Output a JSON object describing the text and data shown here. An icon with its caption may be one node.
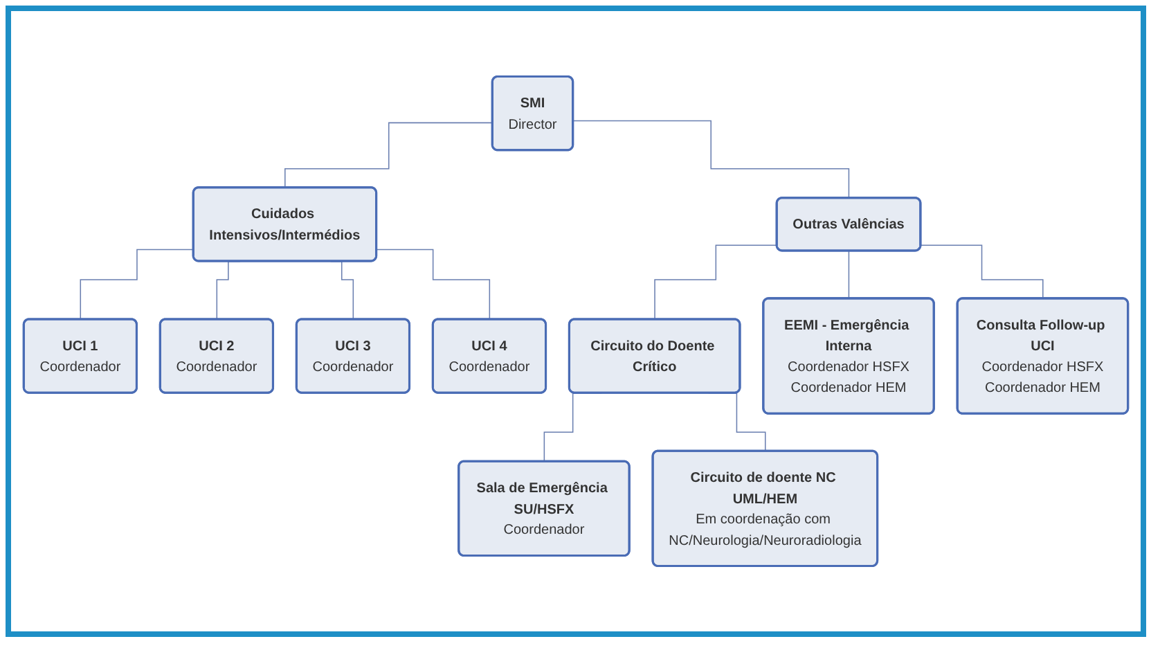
{
  "diagram": {
    "nodes": [
      {
        "text": [
          "SMI",
          "Director"
        ]
      },
      {
        "text": [
          "Cuidados Intensivos/Intermédios"
        ]
      },
      {
        "text": [
          "Outras Valências"
        ]
      },
      {
        "text": [
          "UCI 1",
          "Coordenador"
        ]
      },
      {
        "text": [
          "UCI 2",
          "Coordenador"
        ]
      },
      {
        "text": [
          "UCI 3",
          "Coordenador"
        ]
      },
      {
        "text": [
          "UCI 4",
          "Coordenador"
        ]
      },
      {
        "text": [
          "Circuito do Doente Crítico"
        ]
      },
      {
        "text": [
          "EEMI - Emergência Interna",
          "Coordenador HSFX",
          "Coordenador HEM"
        ]
      },
      {
        "text": [
          "Consulta Follow-up UCI",
          "Coordenador HSFX",
          "Coordenador HEM"
        ]
      },
      {
        "text": [
          "Sala de Emergência SU/HSFX",
          "Coordenador"
        ]
      },
      {
        "text": [
          "Circuito de doente NC UML/HEM",
          "Em coordenação com NC/Neurologia/Neuroradiologia"
        ]
      }
    ],
    "edges": [
      {
        "from": 0,
        "to": 1,
        "arrow": "none"
      },
      {
        "from": 0,
        "to": 2,
        "arrow": "none"
      },
      {
        "from": 1,
        "to": 3,
        "arrow": "none"
      },
      {
        "from": 1,
        "to": 4,
        "arrow": "none"
      },
      {
        "from": 1,
        "to": 5,
        "arrow": "none"
      },
      {
        "from": 1,
        "to": 6,
        "arrow": "none"
      },
      {
        "from": 2,
        "to": 7,
        "arrow": "none"
      },
      {
        "from": 2,
        "to": 8,
        "arrow": "none"
      },
      {
        "from": 2,
        "to": 9,
        "arrow": "none"
      },
      {
        "from": 7,
        "to": 10,
        "arrow": "none"
      },
      {
        "from": 7,
        "to": 11,
        "arrow": "none"
      }
    ]
  }
}
